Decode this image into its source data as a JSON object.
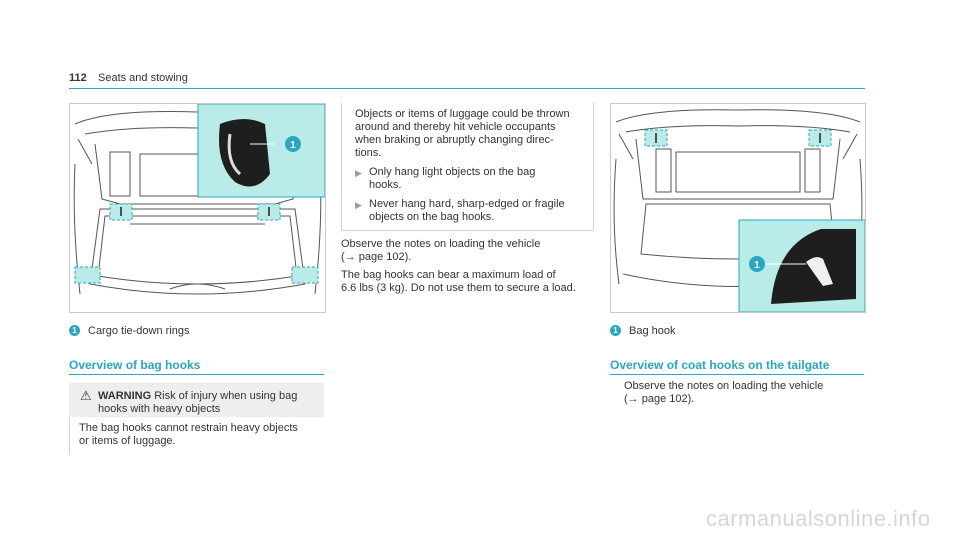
{
  "header": {
    "page_number": "112",
    "section_title": "Seats and stowing"
  },
  "figure1": {
    "callout": "1",
    "caption": "Cargo tie-down rings"
  },
  "bag_hooks": {
    "title": "Overview of bag hooks",
    "warning_label": "WARNING",
    "warning_lead_1": "Risk of injury when using bag",
    "warning_lead_2": "hooks with heavy objects",
    "warning_body_1": "The bag hooks cannot restrain heavy objects",
    "warning_body_2": "or items of luggage."
  },
  "middle": {
    "warn_cont_1": "Objects or items of luggage could be thrown",
    "warn_cont_2": "around and thereby hit vehicle occupants",
    "warn_cont_3": "when braking or abruptly changing direc-",
    "warn_cont_4": "tions.",
    "bullet1_line1": "Only hang light objects on the bag",
    "bullet1_line2": "hooks.",
    "bullet2_line1": "Never hang hard, sharp-edged or fragile",
    "bullet2_line2": "objects on the bag hooks.",
    "observe_line1": "Observe the notes on loading the vehicle",
    "observe_line2": "(→ page 102).",
    "load_line1": "The bag hooks can bear a maximum load of",
    "load_line2": "6.6 lbs (3 kg). Do not use them to secure a load."
  },
  "figure2": {
    "callout": "1",
    "caption": "Bag hook"
  },
  "coat_hooks": {
    "title": "Overview of coat hooks on the tailgate",
    "observe_line1": "Observe the notes on loading the vehicle",
    "observe_line2": "(→ page 102)."
  },
  "watermark": "carmanualsonline.info",
  "colors": {
    "accent": "#2aa6c0",
    "inset_bg": "#b9ebe8",
    "warning_bg": "#eeeeee"
  }
}
